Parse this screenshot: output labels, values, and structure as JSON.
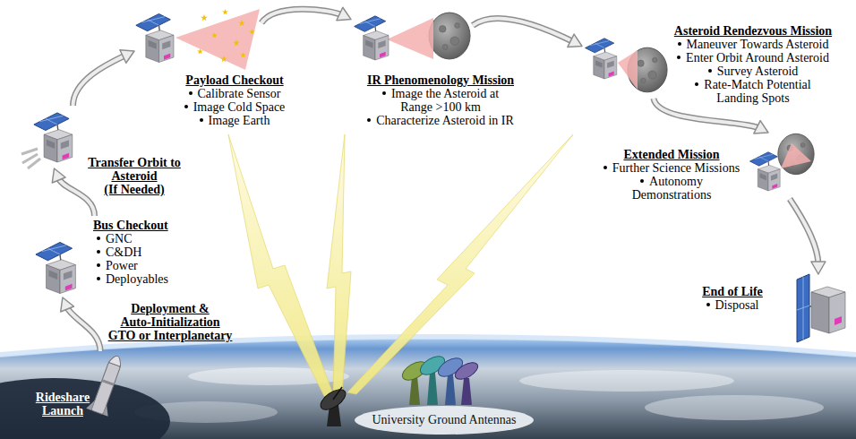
{
  "diagram": {
    "nodes": [
      {
        "text": [
          "Rideshare Launch"
        ]
      },
      {
        "text": [
          "Deployment & Auto-Initialization",
          "GTO or Interplanetary"
        ]
      },
      {
        "text": [
          "Bus Checkout",
          "GNC",
          "C&DH",
          "Power",
          "Deployables"
        ]
      },
      {
        "text": [
          "Transfer Orbit to Asteroid",
          "(If Needed)"
        ]
      },
      {
        "text": [
          "Payload Checkout",
          "Calibrate Sensor",
          "Image Cold Space",
          "Image Earth"
        ]
      },
      {
        "text": [
          "IR Phenomenology Mission",
          "Image the Asteroid at Range >100 km",
          "Characterize Asteroid in IR"
        ]
      },
      {
        "text": [
          "Asteroid Rendezvous Mission",
          "Maneuver Towards Asteroid",
          "Enter Orbit Around Asteroid",
          "Survey Asteroid",
          "Rate-Match Potential Landing Spots"
        ]
      },
      {
        "text": [
          "Extended Mission",
          "Further Science Missions",
          "Autonomy Demonstrations"
        ]
      },
      {
        "text": [
          "End of Life",
          "Disposal"
        ]
      }
    ],
    "edges": [
      {
        "from": 0,
        "to": 1,
        "arrow": "to"
      },
      {
        "from": 2,
        "to": 3,
        "arrow": "to"
      },
      {
        "from": 3,
        "to": 4,
        "arrow": "to"
      },
      {
        "from": 4,
        "to": 5,
        "arrow": "to"
      },
      {
        "from": 5,
        "to": 6,
        "arrow": "to"
      },
      {
        "from": 6,
        "to": 7,
        "arrow": "to"
      },
      {
        "from": 7,
        "to": 8,
        "arrow": "to"
      }
    ],
    "labels": [
      "University Ground Antennas"
    ]
  }
}
